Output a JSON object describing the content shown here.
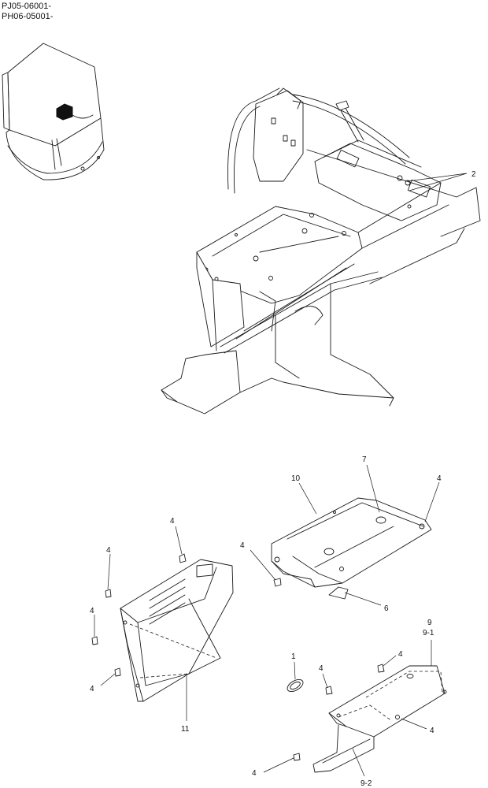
{
  "header": {
    "line1": "PJ05-06001-",
    "line2": "PH06-05001-"
  },
  "callouts": {
    "c1": "1",
    "c2": "2",
    "c4a": "4",
    "c4b": "4",
    "c4c": "4",
    "c4d": "4",
    "c4e": "4",
    "c4f": "4",
    "c4g": "4",
    "c4h": "4",
    "c4i": "4",
    "c4j": "4",
    "c6": "6",
    "c7": "7",
    "c9": "9",
    "c9_1": "9-1",
    "c9_2": "9-2",
    "c10": "10",
    "c11": "11"
  },
  "icons": {
    "locator": "excavator-cab-locator-icon"
  }
}
